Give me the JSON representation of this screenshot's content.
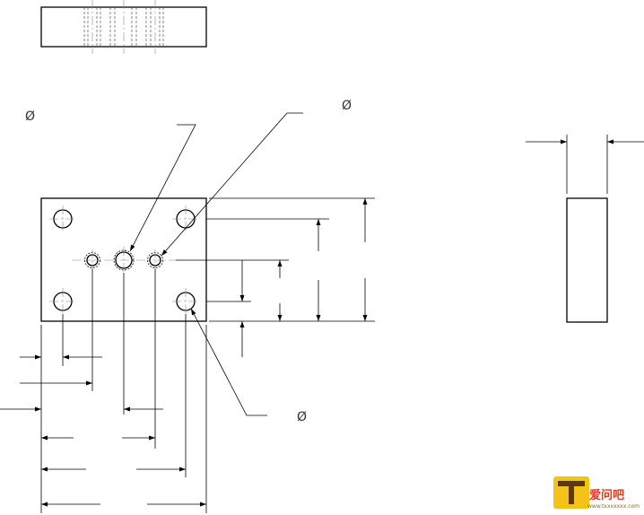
{
  "drawing": {
    "diameter_symbol": "Ø"
  },
  "watermark": {
    "brand_text": "爱问吧",
    "url_text": "www.txxxxxxx.com"
  }
}
